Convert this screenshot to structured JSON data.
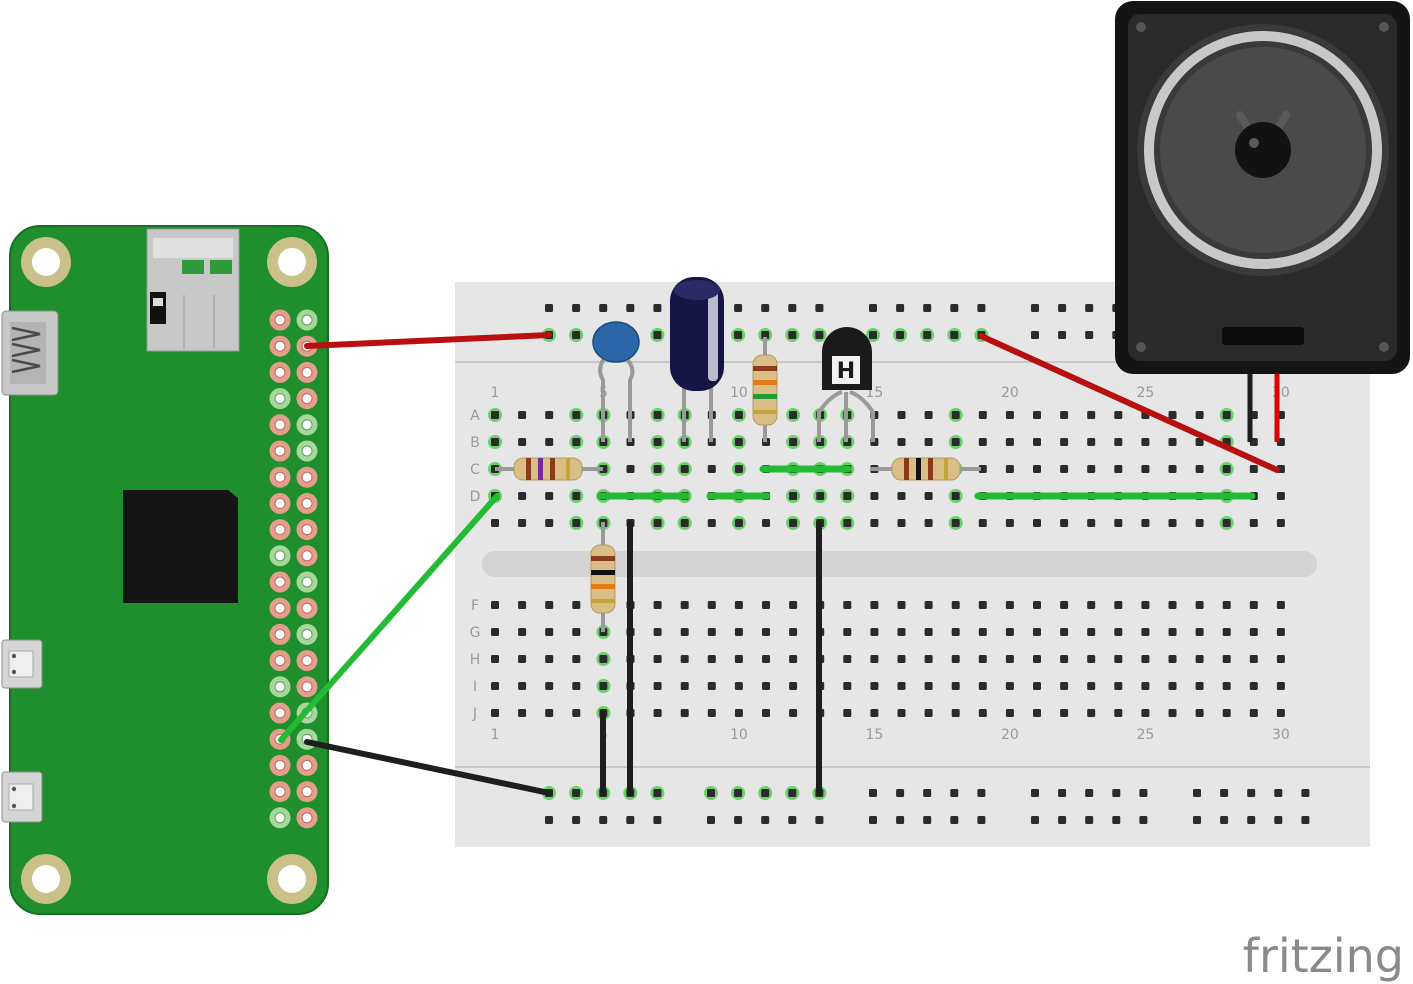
{
  "breadboard": {
    "columns": 30,
    "column_labels": [
      "1",
      "5",
      "10",
      "15",
      "20",
      "25",
      "30"
    ],
    "row_labels": [
      "A",
      "B",
      "C",
      "D",
      "F",
      "G",
      "H",
      "I",
      "J"
    ]
  },
  "transistor_mark": "H",
  "brand": "fritzing",
  "colors": {
    "board_green": "#1f8f2e",
    "breadboard": "#e6e6e6",
    "wire_red": "#b80f0f",
    "wire_black": "#1e1e1e",
    "wire_green": "#22bb33",
    "capacitor_blue": "#2a66a8",
    "electrolytic": "#161646",
    "speaker_dark": "#141414"
  }
}
